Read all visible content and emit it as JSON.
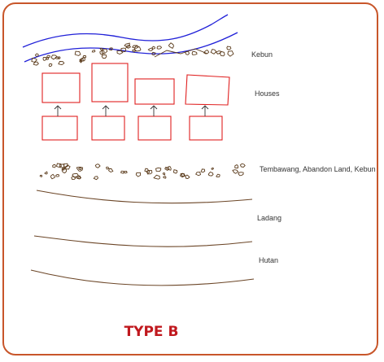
{
  "colors": {
    "frame": "#c8562a",
    "river": "#2020d8",
    "house": "#e02020",
    "stones": "#5a3a1a",
    "lines": "#6b4526",
    "title": "#c0181e"
  },
  "labels": {
    "kebun": "Kebun",
    "houses": "Houses",
    "tembawang": "Tembawang, Abandon Land, Kebun",
    "ladang": "Ladang",
    "hutan": "Hutan"
  },
  "title": "TYPE B",
  "zones": [
    {
      "name": "river",
      "icon": "river-lines"
    },
    {
      "name": "kebun",
      "icon": "stone-cluster"
    },
    {
      "name": "houses",
      "icon": "house-rectangles"
    },
    {
      "name": "tembawang",
      "icon": "stone-cluster"
    },
    {
      "name": "ladang",
      "icon": "curve-line"
    },
    {
      "name": "hutan",
      "icon": "curve-line"
    }
  ]
}
